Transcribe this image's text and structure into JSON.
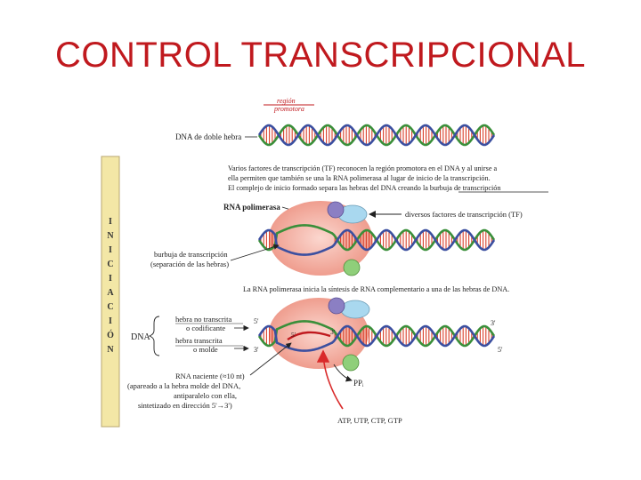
{
  "slide": {
    "title": "CONTROL TRANSCRIPCIONAL"
  },
  "figure": {
    "side_label_letters": [
      "I",
      "N",
      "I",
      "C",
      "I",
      "A",
      "C",
      "I",
      "Ó",
      "N"
    ],
    "region_promotora_1": "región",
    "region_promotora_2": "promotora",
    "dna_doble_hebra": "DNA de doble hebra",
    "tf_text_lines": [
      "Varios factores de transcripción (TF) reconocen la región promotora en el DNA y al unirse a",
      "ella permiten que también se una la RNA polimerasa al lugar de inicio de la transcripción.",
      "El complejo de inicio formado separa las hebras del DNA creando la burbuja de transcripción"
    ],
    "rna_polimerasa": "RNA polimerasa",
    "diversos_factores": "diversos factores de transcripción (TF)",
    "burbuja_1": "burbuja de transcripción",
    "burbuja_2": "(separación de las hebras)",
    "inicia_sintesis": "La RNA polimerasa inicia la síntesis de RNA complementario a una de las hebras de DNA.",
    "dna_label": "DNA",
    "hebra_no_transcrita_1": "hebra no transcrita",
    "hebra_no_transcrita_2": "o codificante",
    "hebra_transcrita_1": "hebra transcrita",
    "hebra_transcrita_2": "o molde",
    "five_prime_top": "5'",
    "three_prime_bottom": "3'",
    "five_prime_rna": "5'",
    "three_prime_rna": "3'",
    "three_prime_right_top": "3'",
    "five_prime_right_bottom": "5'",
    "rna_naciente_lines": [
      "RNA naciente (≈10 nt)",
      "(apareado a la hebra molde del DNA,",
      "antiparalelo con ella,",
      "sintetizado en dirección 5'→3')"
    ],
    "ppi": "PPᵢ",
    "ntps": "ATP, UTP, CTP, GTP",
    "colors": {
      "title": "#c0191e",
      "strand_green": "#3a8f3a",
      "strand_blue": "#3b4fa0",
      "rungs": "#d9412b",
      "polymerase": "#f4b7ad",
      "tf_purple": "#8b7fc3",
      "tf_blue": "#a9d8ef",
      "tf_green": "#8fcf7a",
      "sidebar": "#f3e7a6",
      "arrow": "#d92a2a"
    }
  }
}
